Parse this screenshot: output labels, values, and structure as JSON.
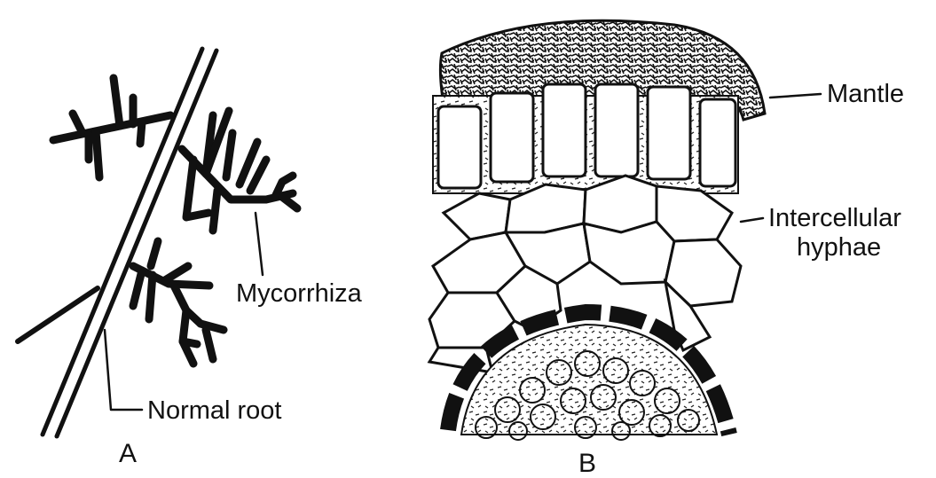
{
  "panel_a": {
    "panel_label": "A",
    "labels": {
      "mycorrhiza": "Mycorrhiza",
      "normal_root": "Normal root"
    }
  },
  "panel_b": {
    "panel_label": "B",
    "labels": {
      "mantle": "Mantle",
      "intercellular_line1": "Intercellular",
      "intercellular_line2": "hyphae"
    }
  }
}
